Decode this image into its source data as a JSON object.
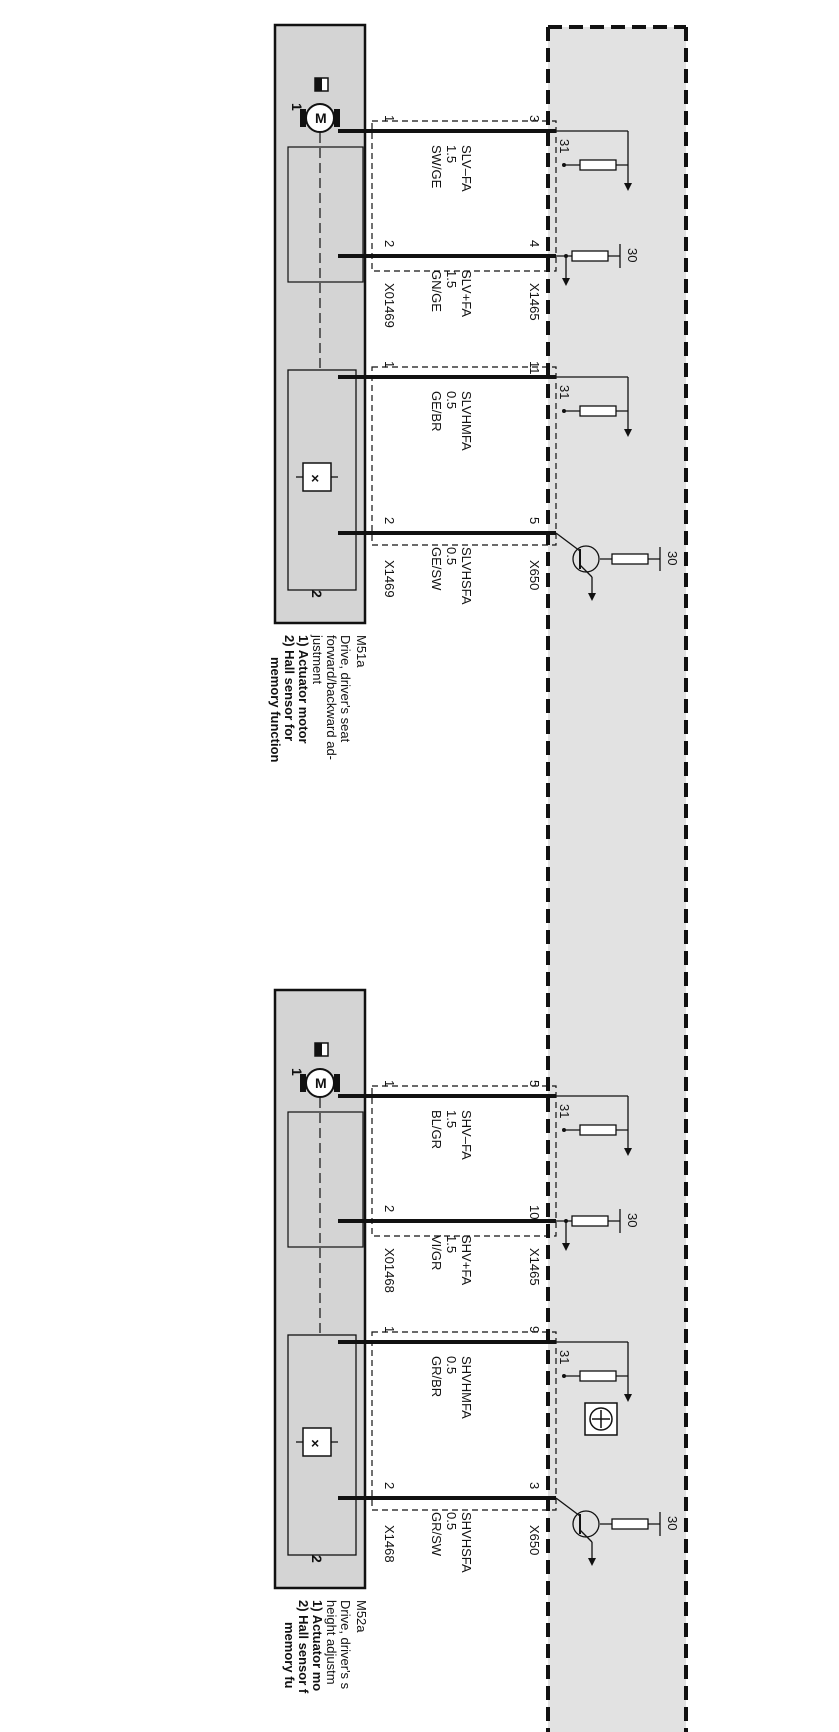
{
  "diagram": {
    "colors": {
      "component_fill": "#d4d4d4",
      "module_fill": "#e2e2e2",
      "stroke": "#111111"
    },
    "groups": [
      {
        "id": "m51a",
        "component": "M51a",
        "description": [
          "Drive, driver's seat",
          "forward/backward ad-",
          "justment"
        ],
        "notes": [
          "1) Actuator motor",
          "2) Hall sensor for",
          "memory function"
        ],
        "plugs": {
          "motor": "X01469",
          "sensor": "X1469"
        },
        "wires": [
          {
            "pin_left": "1",
            "pin_right": "3",
            "signal": "SLV–FA",
            "size": "1.5",
            "color": "SW/GE"
          },
          {
            "pin_left": "2",
            "pin_right": "4",
            "signal": "SLV+FA",
            "size": "1.5",
            "color": "GN/GE"
          },
          {
            "pin_left": "1",
            "pin_right": "11",
            "signal": "SLVHMFA",
            "size": "0.5",
            "color": "GE/BR"
          },
          {
            "pin_left": "2",
            "pin_right": "5",
            "signal": "SLVHSFA",
            "size": "0.5",
            "color": "GE/SW"
          }
        ],
        "module_connectors": [
          "X1465",
          "X650"
        ],
        "ref_labels": [
          "31",
          "30",
          "31",
          "30"
        ],
        "part_numbers": [
          "1",
          "2"
        ]
      },
      {
        "id": "m52a",
        "component": "M52a",
        "description": [
          "Drive, driver's s",
          "height adjustm"
        ],
        "notes": [
          "1) Actuator mo",
          "2) Hall sensor f",
          "memory fu"
        ],
        "plugs": {
          "motor": "X01468",
          "sensor": "X1468"
        },
        "wires": [
          {
            "pin_left": "1",
            "pin_right": "5",
            "signal": "SHV–FA",
            "size": "1.5",
            "color": "BL/GR"
          },
          {
            "pin_left": "2",
            "pin_right": "10",
            "signal": "SHV+FA",
            "size": "1.5",
            "color": "VI/GR"
          },
          {
            "pin_left": "1",
            "pin_right": "9",
            "signal": "SHVHMFA",
            "size": "0.5",
            "color": "GR/BR"
          },
          {
            "pin_left": "2",
            "pin_right": "3",
            "signal": "SHVHSFA",
            "size": "0.5",
            "color": "GR/SW"
          }
        ],
        "module_connectors": [
          "X1465",
          "X650"
        ],
        "ref_labels": [
          "31",
          "30",
          "31",
          "30"
        ],
        "part_numbers": [
          "1",
          "2"
        ]
      }
    ],
    "symbols": {
      "motor": "M",
      "hall_sensor_glyph": "×"
    }
  }
}
